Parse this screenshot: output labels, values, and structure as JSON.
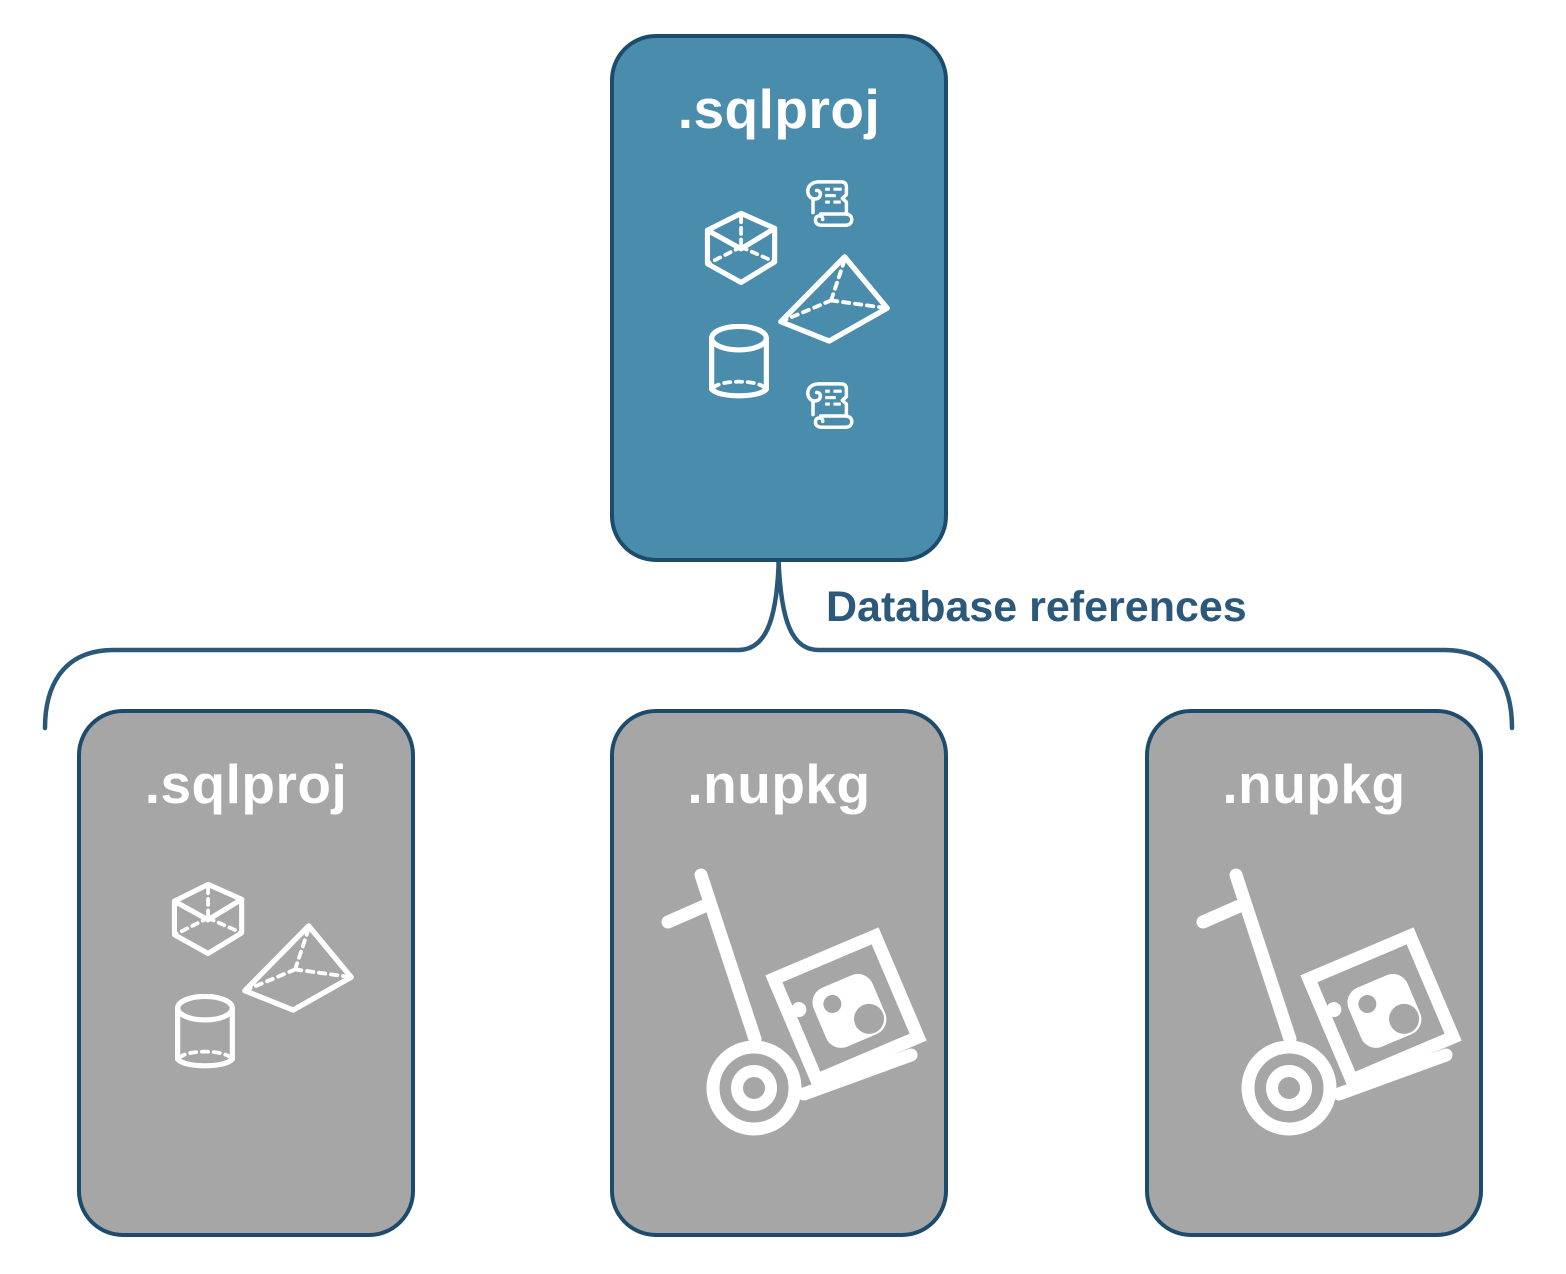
{
  "diagram": {
    "connector_label": "Database references",
    "root": {
      "title": ".sqlproj",
      "icons": [
        "scroll-icon",
        "cube-icon",
        "pyramid-icon",
        "cylinder-icon",
        "scroll-icon"
      ]
    },
    "children": [
      {
        "title": ".sqlproj",
        "icons": [
          "cube-icon",
          "pyramid-icon",
          "cylinder-icon"
        ]
      },
      {
        "title": ".nupkg",
        "icons": [
          "handtruck-package-icon"
        ]
      },
      {
        "title": ".nupkg",
        "icons": [
          "handtruck-package-icon"
        ]
      }
    ],
    "colors": {
      "root_fill": "#4A8CAB",
      "child_fill": "#A6A6A6",
      "card_border": "#1D4B6C",
      "connector_line": "#2A5878",
      "label_text": "#2C5979",
      "icon_stroke": "#FFFFFF"
    }
  }
}
